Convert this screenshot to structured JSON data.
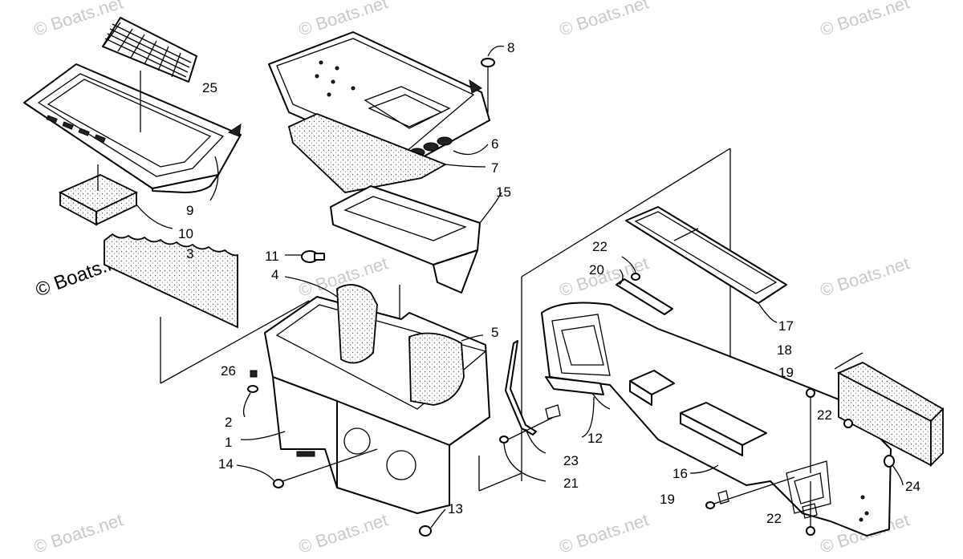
{
  "diagram": {
    "callouts": [
      {
        "id": "c25",
        "text": "25"
      },
      {
        "id": "c8",
        "text": "8"
      },
      {
        "id": "c6",
        "text": "6"
      },
      {
        "id": "c7",
        "text": "7"
      },
      {
        "id": "c9",
        "text": "9"
      },
      {
        "id": "c10",
        "text": "10"
      },
      {
        "id": "c15",
        "text": "15"
      },
      {
        "id": "c3",
        "text": "3"
      },
      {
        "id": "c11",
        "text": "11"
      },
      {
        "id": "c4",
        "text": "4"
      },
      {
        "id": "c5",
        "text": "5"
      },
      {
        "id": "c26",
        "text": "26"
      },
      {
        "id": "c2",
        "text": "2"
      },
      {
        "id": "c1",
        "text": "1"
      },
      {
        "id": "c14",
        "text": "14"
      },
      {
        "id": "c13",
        "text": "13"
      },
      {
        "id": "c22a",
        "text": "22"
      },
      {
        "id": "c20",
        "text": "20"
      },
      {
        "id": "c17",
        "text": "17"
      },
      {
        "id": "c18",
        "text": "18"
      },
      {
        "id": "c19a",
        "text": "19"
      },
      {
        "id": "c22b",
        "text": "22"
      },
      {
        "id": "c12",
        "text": "12"
      },
      {
        "id": "c23",
        "text": "23"
      },
      {
        "id": "c21",
        "text": "21"
      },
      {
        "id": "c16",
        "text": "16"
      },
      {
        "id": "c24",
        "text": "24"
      },
      {
        "id": "c19b",
        "text": "19"
      },
      {
        "id": "c22c",
        "text": "22"
      }
    ],
    "watermark_main": "© Boats.net",
    "watermark_faint": "© Boats.net"
  }
}
